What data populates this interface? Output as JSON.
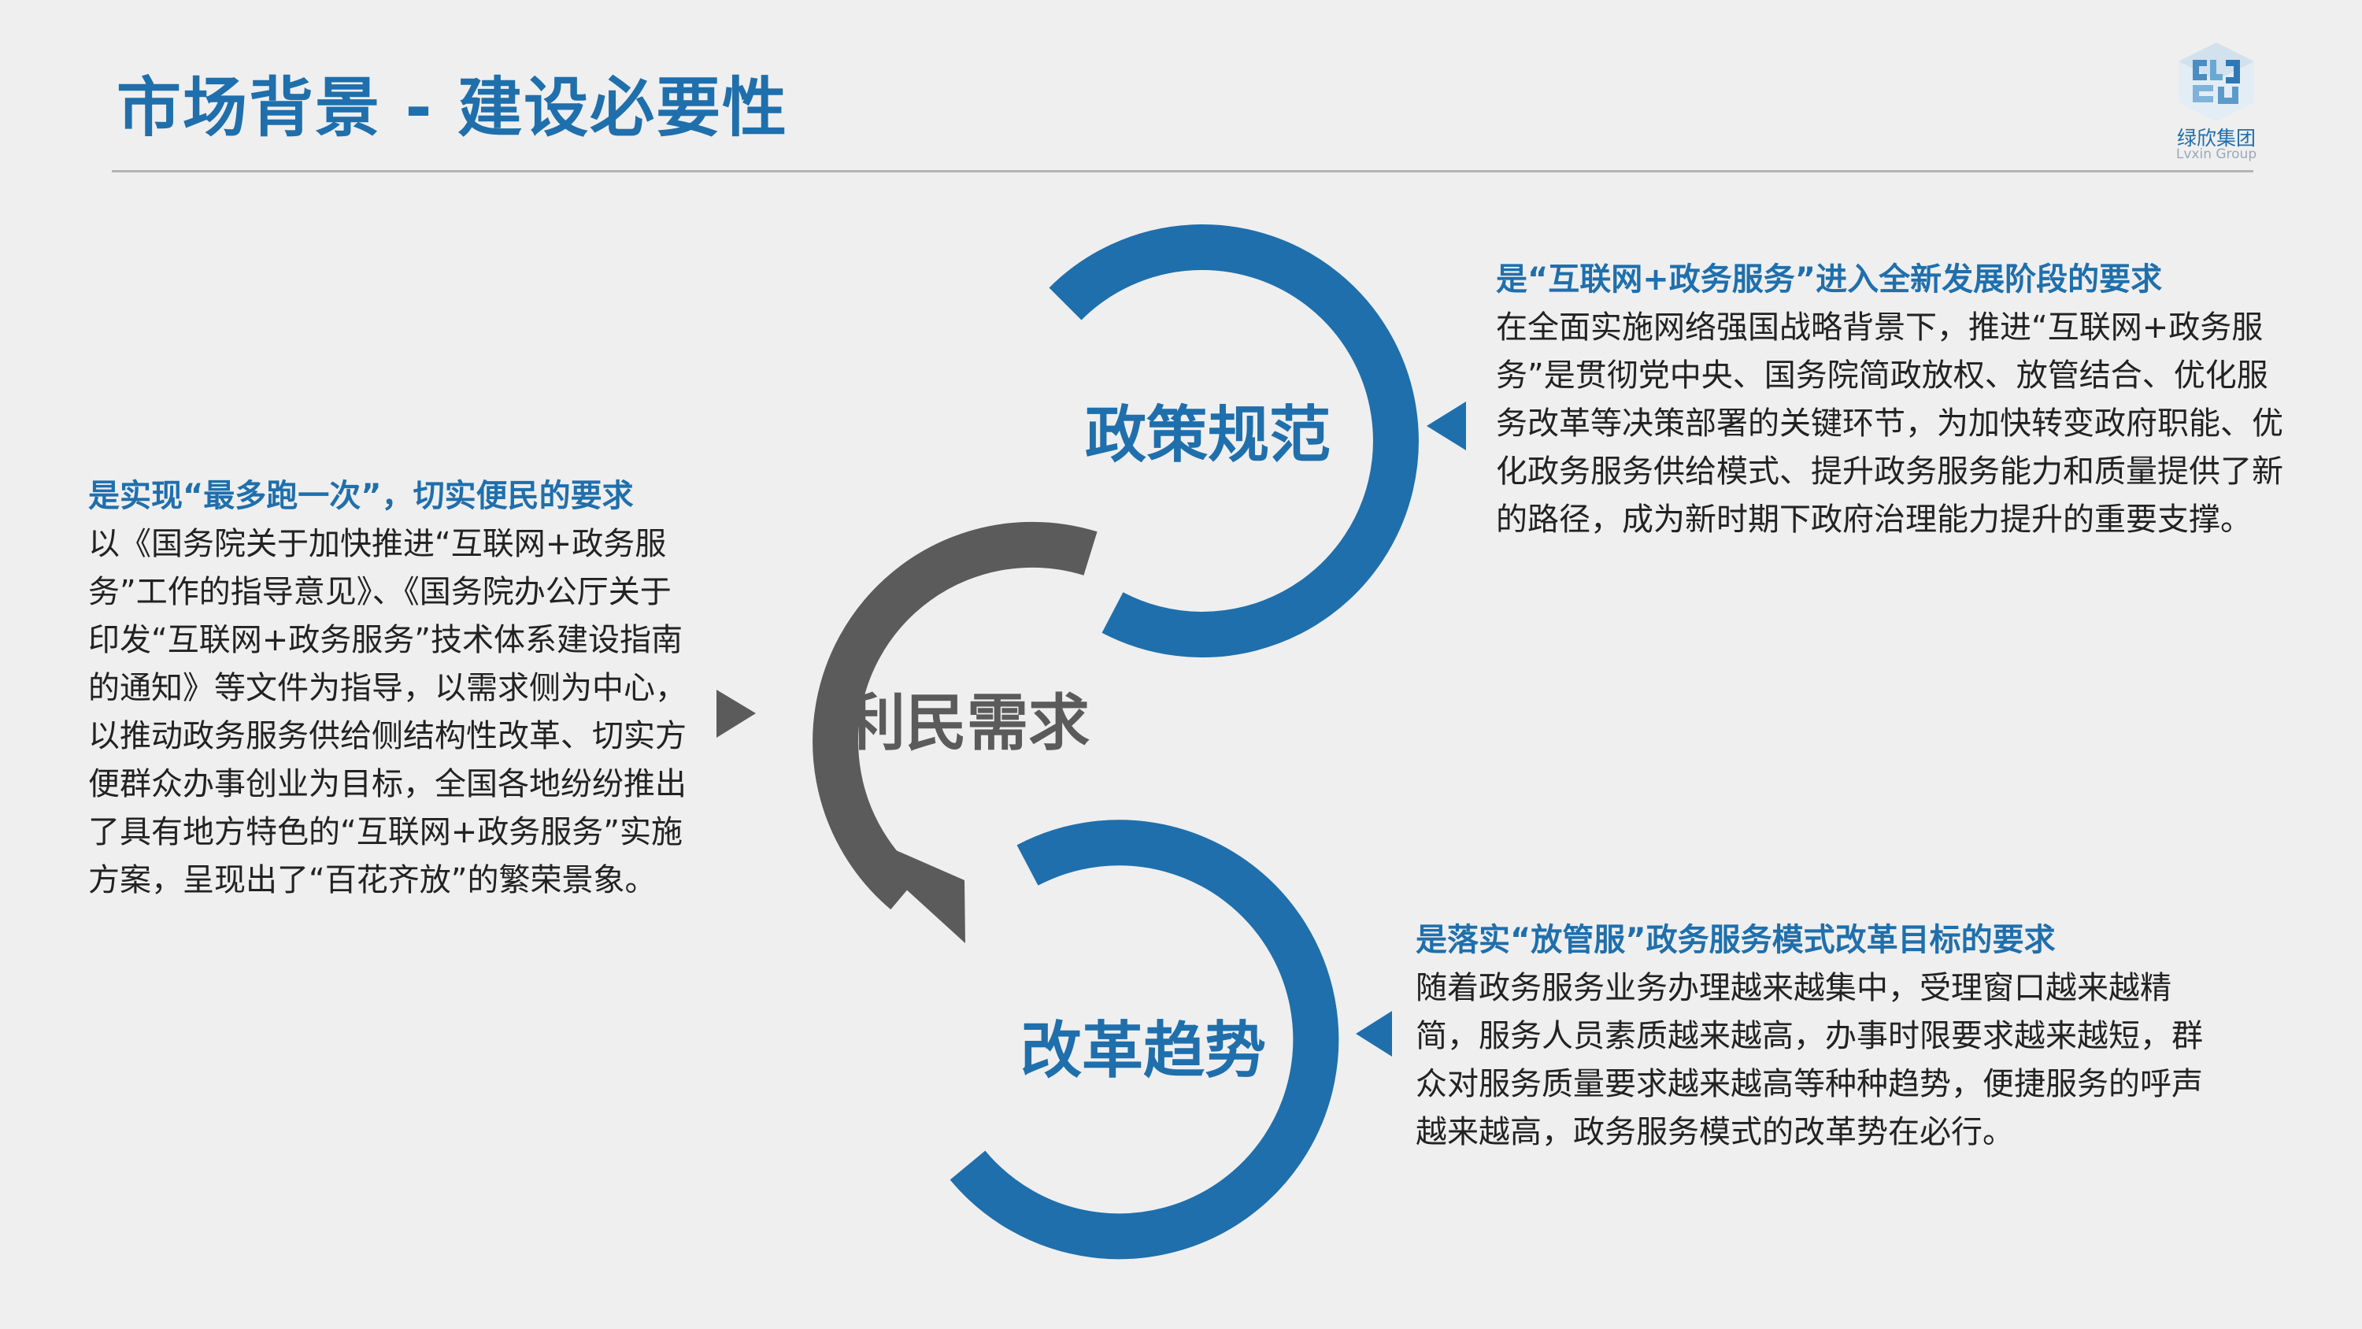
{
  "header": {
    "title": "市场背景 - 建设必要性",
    "logo_text": "绿欣集团",
    "logo_subtext": "Lvxin Group"
  },
  "colors": {
    "blue": "#1f6fac",
    "gray": "#5b5b5b",
    "text": "#222222"
  },
  "diagram": {
    "policy_label": "政策规范",
    "people_label": "利民需求",
    "reform_label": "改革趋势"
  },
  "blocks": {
    "policy": {
      "heading": "是“互联网+政务服务”进入全新发展阶段的要求",
      "body": "在全面实施网络强国战略背景下，推进“互联网+政务服务”是贯彻党中央、国务院简政放权、放管结合、优化服务改革等决策部署的关键环节，为加快转变政府职能、优化政务服务供给模式、提升政务服务能力和质量提供了新的路径，成为新时期下政府治理能力提升的重要支撑。"
    },
    "people": {
      "heading": "是实现“最多跑一次”，切实便民的要求",
      "body": "以《国务院关于加快推进“互联网+政务服务”工作的指导意见》、《国务院办公厅关于印发“互联网+政务服务”技术体系建设指南的通知》等文件为指导，以需求侧为中心，以推动政务服务供给侧结构性改革、切实方便群众办事创业为目标，全国各地纷纷推出了具有地方特色的“互联网+政务服务”实施方案，呈现出了“百花齐放”的繁荣景象。"
    },
    "reform": {
      "heading": "是落实“放管服”政务服务模式改革目标的要求",
      "body": "随着政务服务业务办理越来越集中，受理窗口越来越精简，服务人员素质越来越高，办事时限要求越来越短，群众对服务质量要求越来越高等种种趋势，便捷服务的呼声越来越高，政务服务模式的改革势在必行。"
    }
  }
}
